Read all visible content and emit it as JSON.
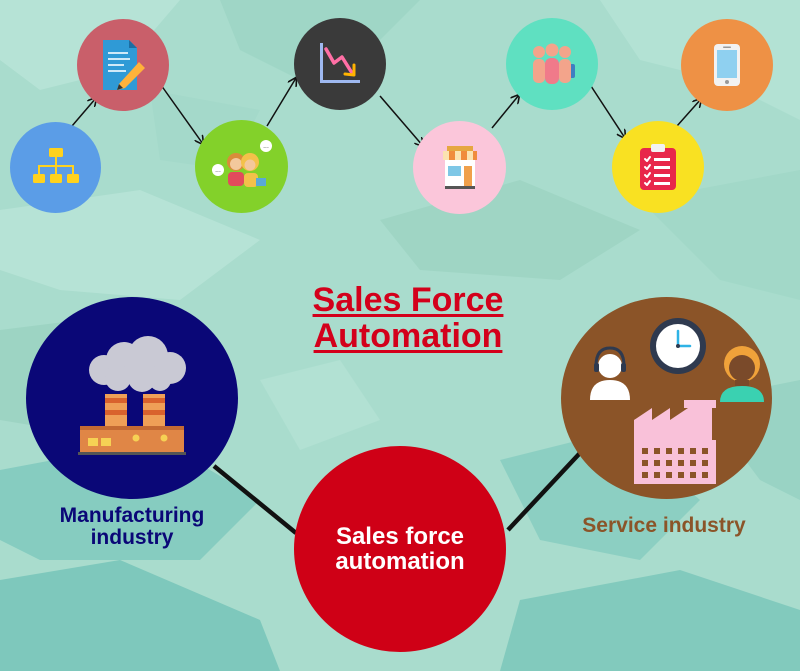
{
  "title": {
    "line1": "Sales Force",
    "line2": "Automation"
  },
  "center": {
    "line1": "Sales force",
    "line2": "automation"
  },
  "left": {
    "line1": "Manufacturing",
    "line2": "industry"
  },
  "right": {
    "label": "Service industry"
  },
  "colors": {
    "background": "#a9dccd",
    "title": "#d3001b",
    "center_circle": "#cf0016",
    "left_circle": "#0a0777",
    "left_label": "#0a0777",
    "right_circle": "#8b5428",
    "right_label": "#8b5428",
    "connector": "#111111"
  },
  "process_steps": [
    {
      "icon": "org-chart-icon",
      "color": "#5b9de7"
    },
    {
      "icon": "document-pen-icon",
      "color": "#c95f6a"
    },
    {
      "icon": "sales-people-icon",
      "color": "#83d12a"
    },
    {
      "icon": "declining-chart-icon",
      "color": "#3a3a3a"
    },
    {
      "icon": "storefront-icon",
      "color": "#fbc6da"
    },
    {
      "icon": "team-icon",
      "color": "#5fe0c1"
    },
    {
      "icon": "checklist-icon",
      "color": "#f9e122"
    },
    {
      "icon": "smartphone-icon",
      "color": "#ee9145"
    }
  ]
}
